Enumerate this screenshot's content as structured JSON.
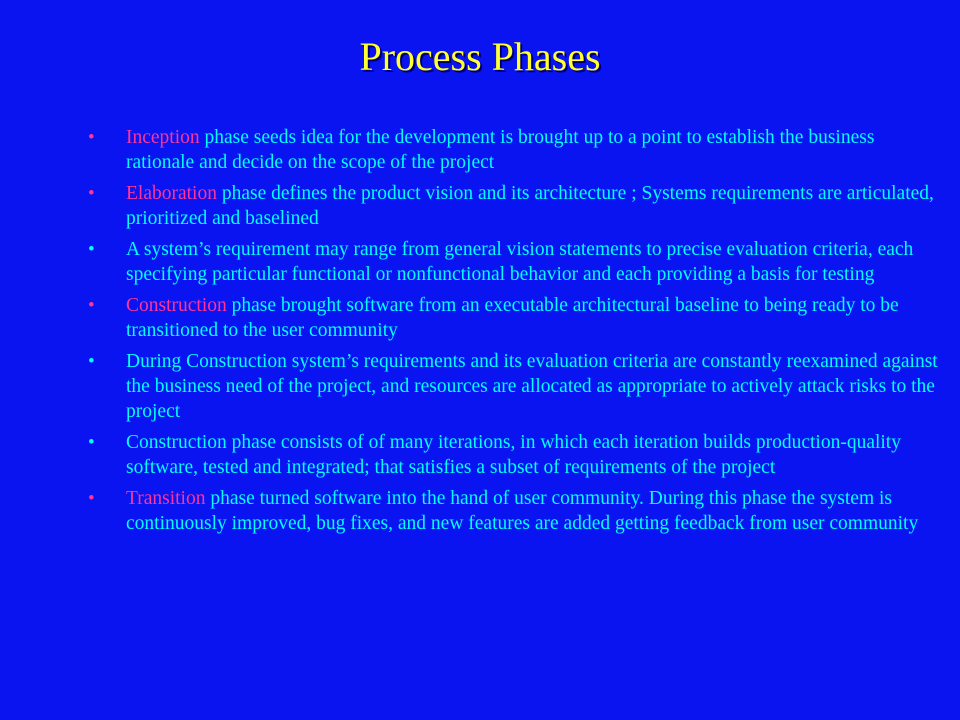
{
  "slide": {
    "title": "Process Phases",
    "bullets": [
      {
        "lead": "Inception",
        "text": " phase seeds idea for the development is brought up to a point to establish the business rationale and decide on the scope of the project"
      },
      {
        "lead": "Elaboration",
        "text": " phase defines the product vision and its architecture ; Systems requirements are articulated, prioritized and baselined"
      },
      {
        "lead": "",
        "text": "A system’s requirement may range from general vision statements to precise evaluation criteria, each specifying particular functional or nonfunctional behavior and each providing a basis for testing"
      },
      {
        "lead": "Construction",
        "text": " phase brought software from an executable architectural baseline to being ready to be transitioned to the user community"
      },
      {
        "lead": "",
        "text": "During Construction system’s requirements and its evaluation criteria are constantly reexamined against the business need of the project, and resources are allocated as appropriate to actively attack risks to the project"
      },
      {
        "lead": "",
        "text": "Construction phase consists of of many iterations, in which each iteration builds production-quality software, tested and integrated; that satisfies a subset of requirements of the project"
      },
      {
        "lead": "Transition",
        "text": " phase turned software into the hand of user community. During this phase the system is continuously improved, bug fixes, and new features are added getting feedback from user community"
      }
    ],
    "bullet_symbol": "•",
    "colors": {
      "background": "#0a14f0",
      "title": "#ffff33",
      "body_text": "#00ffff",
      "highlight": "#ff3399"
    }
  }
}
